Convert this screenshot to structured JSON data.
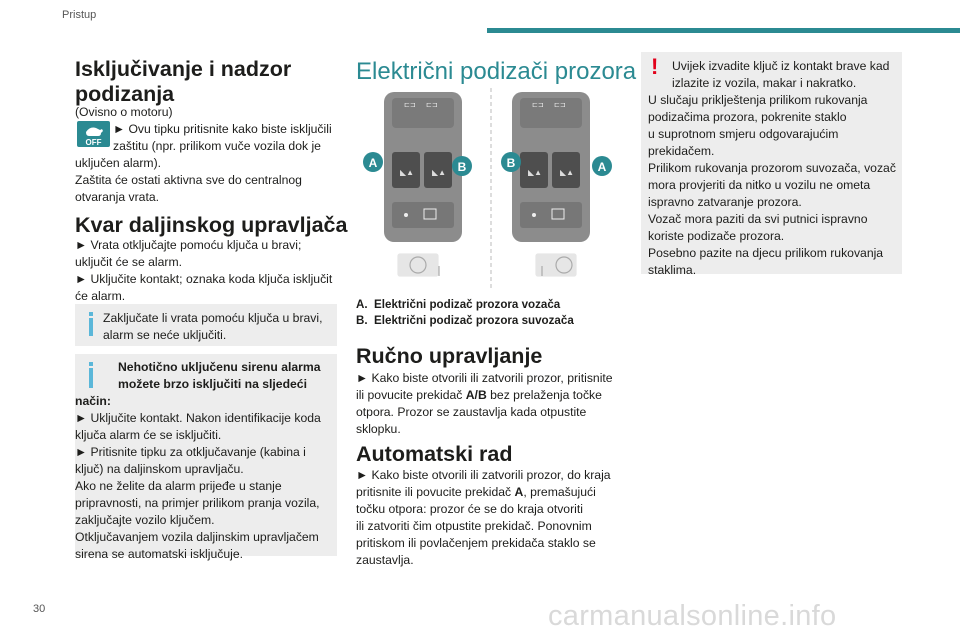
{
  "header": {
    "section": "Pristup",
    "page_number": "30",
    "watermark": "carmanualsonline.info"
  },
  "col1": {
    "title": "Isključivanje i nadzor podizanja",
    "motor_note": "(Ovisno o motoru)",
    "off_icon_label": "OFF",
    "off_line1": "► Ovu tipku pritisnite kako biste isključili",
    "off_line2": "zaštitu (npr. prilikom vuče vozila dok je",
    "off_line3": "uključen alarm).",
    "off_line4": "Zaštita će ostati aktivna sve do centralnog",
    "off_line5": "otvaranja vrata.",
    "kvar_title": "Kvar daljinskog upravljača",
    "kvar_line1": "► Vrata otključajte pomoću ključa u bravi;",
    "kvar_line2": "uključit će se alarm.",
    "kvar_line3": "► Uključite kontakt; oznaka koda ključa isključit",
    "kvar_line4": "će alarm.",
    "info1_line1": "Zaključate li vrata pomoću ključa u bravi,",
    "info1_line2": "alarm se neće uključiti.",
    "info2_bold1": "Nehotično uključenu sirenu alarma",
    "info2_bold2": "možete brzo isključiti na sljedeći",
    "info2_bold3": "način:",
    "info2_l1": "► Uključite kontakt. Nakon identifikacije koda",
    "info2_l2": "ključa alarm će se isključiti.",
    "info2_l3": "► Pritisnite tipku za otključavanje (kabina i",
    "info2_l4": "ključ) na daljinskom upravljaču.",
    "info2_l5": "Ako ne želite da alarm prijeđe u stanje",
    "info2_l6": "pripravnosti, na primjer prilikom pranja vozila,",
    "info2_l7": "zaključajte vozilo ključem.",
    "info2_l8": "Otključavanjem vozila daljinskim upravljačem",
    "info2_l9": "sirena se automatski isključuje."
  },
  "col2": {
    "title": "Električni podizači prozora",
    "badge_a": "A",
    "badge_b": "B",
    "legend_a_key": "A.",
    "legend_a": "Električni podizač prozora vozača",
    "legend_b_key": "B.",
    "legend_b": "Električni podizač prozora suvozača",
    "rucno_title": "Ručno upravljanje",
    "rucno_l1": "► Kako biste otvorili ili zatvorili prozor, pritisnite",
    "rucno_l2a": "ili povucite prekidač ",
    "rucno_l2b": "A/B",
    "rucno_l2c": " bez prelaženja točke",
    "rucno_l3": "otpora. Prozor se zaustavlja kada otpustite",
    "rucno_l4": "sklopku.",
    "auto_title": "Automatski rad",
    "auto_l1": "► Kako biste otvorili ili zatvorili prozor, do kraja",
    "auto_l2a": "pritisnite ili povucite prekidač ",
    "auto_l2b": "A",
    "auto_l2c": ", premašujući",
    "auto_l3": "točku otpora: prozor će se do kraja otvoriti",
    "auto_l4": "ili zatvoriti čim otpustite prekidač. Ponovnim",
    "auto_l5": "pritiskom ili povlačenjem prekidača staklo se",
    "auto_l6": "zaustavlja."
  },
  "col3": {
    "warn_mark": "!",
    "w_l1": "Uvijek izvadite ključ iz kontakt brave kad",
    "w_l2": "izlazite iz vozila, makar i nakratko.",
    "w_l3": "U slučaju priklještenja prilikom rukovanja",
    "w_l4": "podizačima prozora, pokrenite staklo",
    "w_l5": "u suprotnom smjeru odgovarajućim",
    "w_l6": "prekidačem.",
    "w_l7": "Prilikom rukovanja prozorom suvozača, vozač",
    "w_l8": "mora provjeriti da nitko u vozilu ne ometa",
    "w_l9": "ispravno zatvaranje prozora.",
    "w_l10": "Vozač mora paziti da svi putnici ispravno",
    "w_l11": "koriste podizače prozora.",
    "w_l12": "Posebno pazite na djecu prilikom rukovanja",
    "w_l13": "staklima."
  }
}
